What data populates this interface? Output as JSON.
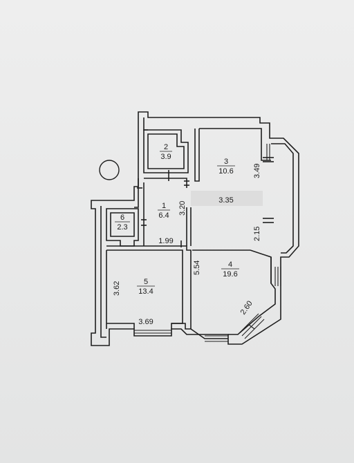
{
  "rooms": [
    {
      "number": "1",
      "area": "6.4"
    },
    {
      "number": "2",
      "area": "3.9"
    },
    {
      "number": "3",
      "area": "10.6"
    },
    {
      "number": "4",
      "area": "19.6"
    },
    {
      "number": "5",
      "area": "13.4"
    },
    {
      "number": "6",
      "area": "2.3"
    }
  ],
  "dimensions": {
    "d_349": "3.49",
    "d_335": "3.35",
    "d_320": "3.20",
    "d_215": "2.15",
    "d_199": "1.99",
    "d_554": "5.54",
    "d_362": "3.62",
    "d_369": "3.69",
    "d_260": "2.60"
  }
}
